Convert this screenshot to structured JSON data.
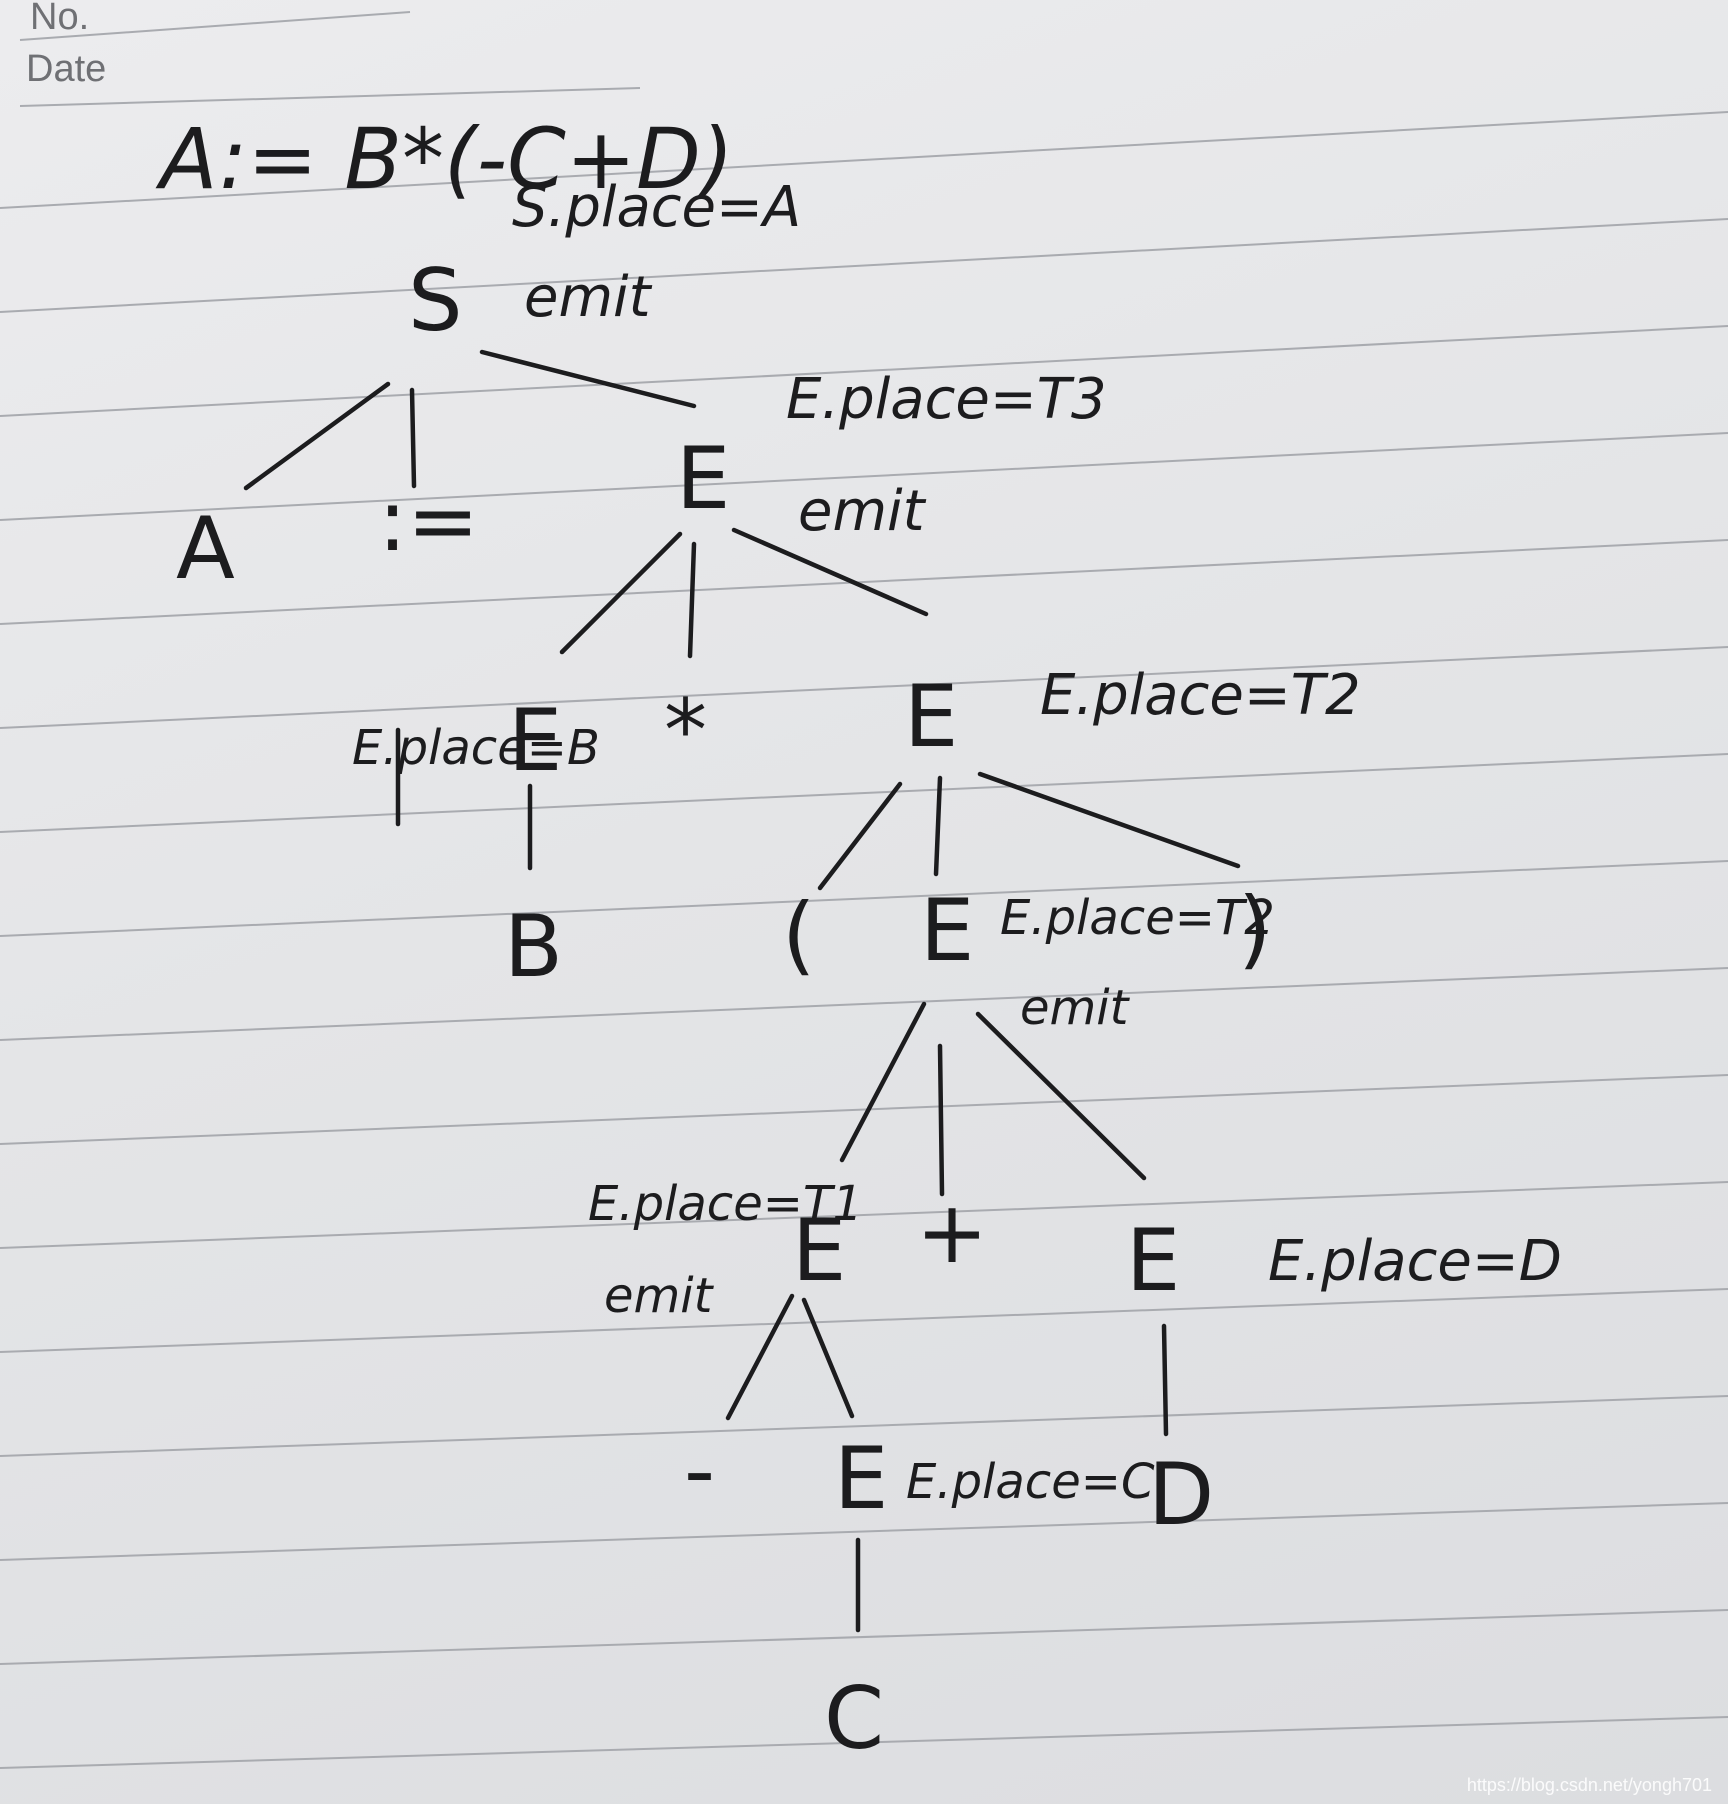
{
  "header": {
    "no_label": "No.",
    "date_label": "Date"
  },
  "expression": "A:= B*(-C+D)",
  "tree": {
    "root": "S",
    "root_annotation": [
      "S.place=A",
      "emit"
    ],
    "level1": [
      "A",
      ":=",
      "E"
    ],
    "level1_annotation": [
      "E.place=T3",
      "emit"
    ],
    "level2": [
      "E",
      "*",
      "E"
    ],
    "level2_left_annotation": "E.place=B",
    "level2_right_annotation": "E.place=T2",
    "level3_left_leaf": "B",
    "level3": [
      "(",
      "E",
      ")"
    ],
    "level3_annotation": [
      "E.place=T2",
      "emit"
    ],
    "level4": [
      "E",
      "+",
      "E"
    ],
    "level4_left_annotation": [
      "E.place=T1",
      "emit"
    ],
    "level4_right_annotation": "E.place=D",
    "level5": [
      "-",
      "E",
      "D"
    ],
    "level5_annotation": "E.place=C",
    "level6_leaf": "C"
  },
  "watermark": "https://blog.csdn.net/yongh701",
  "colors": {
    "ink": "#1c1c1e",
    "paper": "#e5e6e8",
    "ruled_line": "#a9abb0"
  }
}
